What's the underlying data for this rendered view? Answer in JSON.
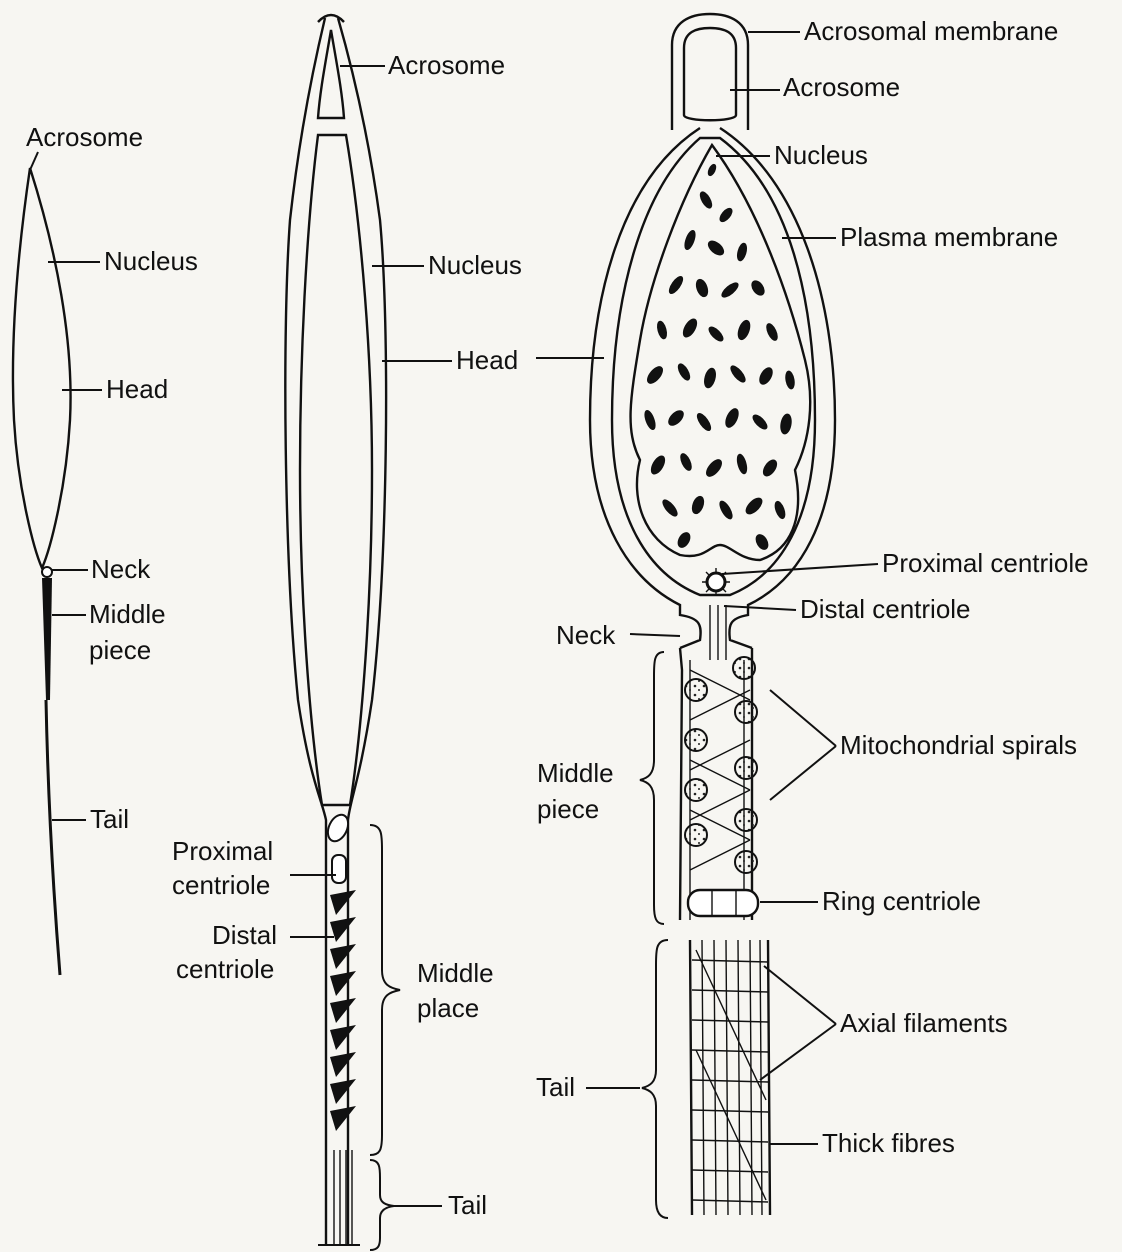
{
  "figure_a": {
    "labels": {
      "acrosome": "Acrosome",
      "nucleus": "Nucleus",
      "head": "Head",
      "neck": "Neck",
      "middle_piece_1": "Middle",
      "middle_piece_2": "piece",
      "tail": "Tail"
    }
  },
  "figure_b": {
    "labels": {
      "acrosome": "Acrosome",
      "nucleus": "Nucleus",
      "head": "Head",
      "proximal_centriole_1": "Proximal",
      "proximal_centriole_2": "centriole",
      "distal_centriole_1": "Distal",
      "distal_centriole_2": "centriole",
      "middle_place_1": "Middle",
      "middle_place_2": "place",
      "tail": "Tail"
    }
  },
  "figure_c": {
    "labels": {
      "acrosomal_membrane": "Acrosomal membrane",
      "acrosome": "Acrosome",
      "nucleus": "Nucleus",
      "plasma_membrane": "Plasma membrane",
      "proximal_centriole": "Proximal centriole",
      "distal_centriole": "Distal centriole",
      "neck": "Neck",
      "mitochondrial_spirals": "Mitochondrial spirals",
      "middle_piece_1": "Middle",
      "middle_piece_2": "piece",
      "ring_centriole": "Ring centriole",
      "axial_filaments": "Axial filaments",
      "tail": "Tail",
      "thick_fibres": "Thick fibres"
    }
  },
  "colors": {
    "ink": "#111111",
    "paper": "#f7f6f2"
  }
}
